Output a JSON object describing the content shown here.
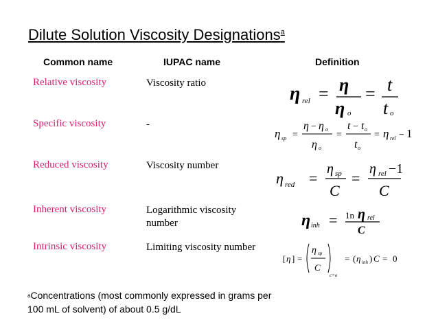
{
  "title": {
    "text": "Dilute Solution Viscosity Designations",
    "superscript": "a"
  },
  "columns": {
    "common_name": "Common name",
    "iupac_name": "IUPAC name",
    "definition": "Definition"
  },
  "rows": [
    {
      "common": "Relative viscosity",
      "iupac": "Viscosity ratio"
    },
    {
      "common": "Specific viscosity",
      "iupac": "-"
    },
    {
      "common": "Reduced viscosity",
      "iupac": "Viscosity number"
    },
    {
      "common": "Inherent viscosity",
      "iupac": "Logarithmic viscosity number"
    },
    {
      "common": "Intrinsic viscosity",
      "iupac": "Limiting viscosity number"
    }
  ],
  "footnote": {
    "superscript": "a",
    "text": "Concentrations (most commonly expressed in grams per 100 mL of solvent) of about 0.5 g/dL"
  },
  "colors": {
    "common_name_text": "#d6206f"
  }
}
